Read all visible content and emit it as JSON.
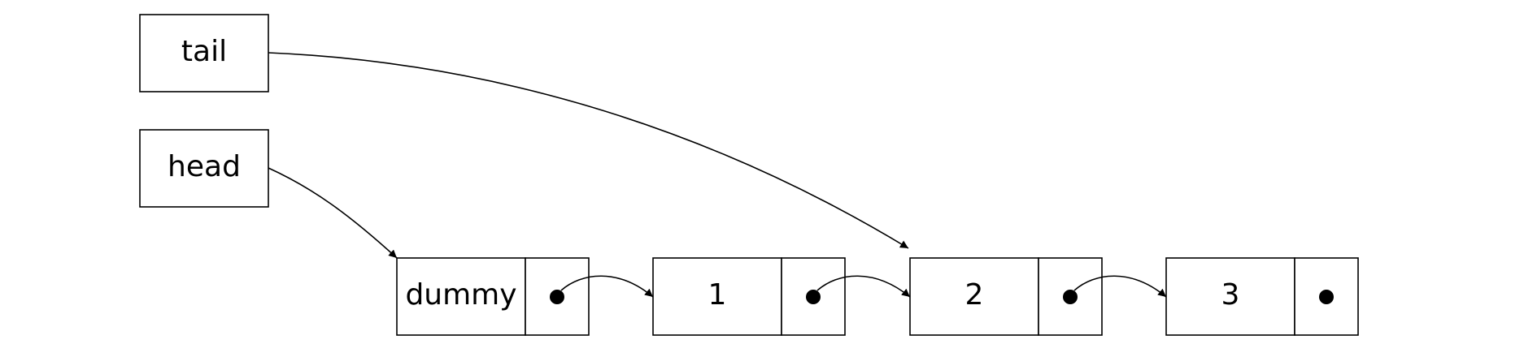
{
  "pointers": {
    "tail": {
      "label": "tail"
    },
    "head": {
      "label": "head"
    }
  },
  "nodes": [
    {
      "label": "dummy"
    },
    {
      "label": "1"
    },
    {
      "label": "2"
    },
    {
      "label": "3"
    }
  ],
  "colors": {
    "stroke": "#000000",
    "background": "#ffffff"
  }
}
